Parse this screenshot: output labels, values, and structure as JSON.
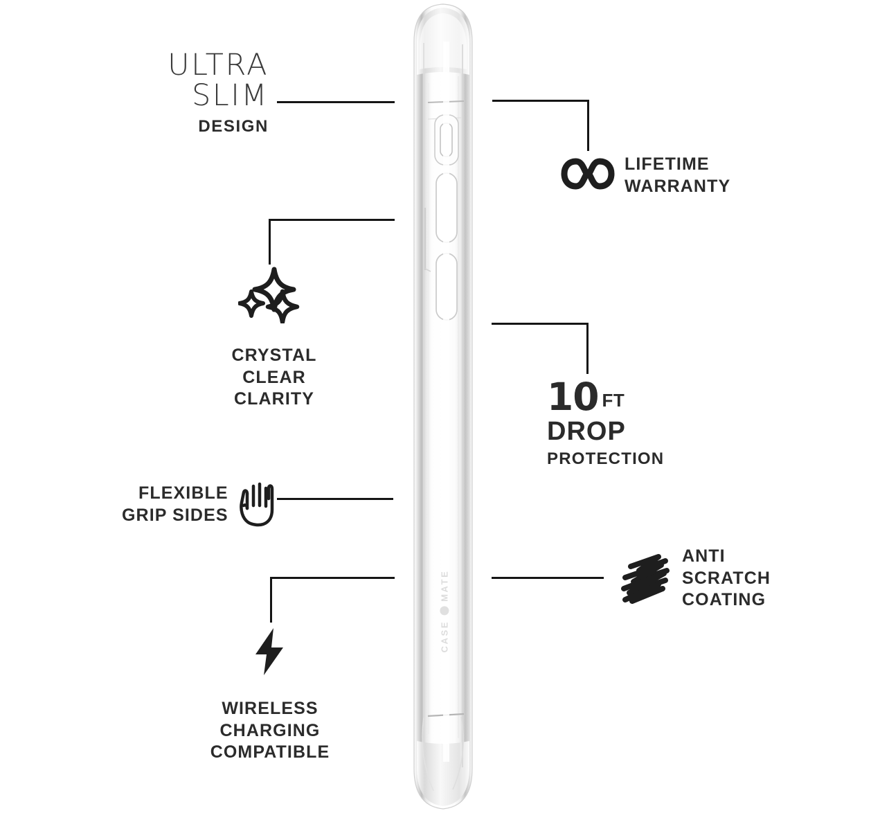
{
  "product": {
    "name": "clear-phone-case-side-profile",
    "brand_logo": {
      "word1": "CASE",
      "word2": "MATE",
      "separator_icon": "circle-dot-icon",
      "color": "#dcdcdc"
    }
  },
  "features": [
    {
      "id": "ultra-slim",
      "line1": "ULTRA",
      "line2": "SLIM",
      "line3": "DESIGN",
      "connector": "horizontal-line"
    },
    {
      "id": "lifetime-warranty",
      "icon": "infinity-icon",
      "line1": "LIFETIME",
      "line2": "WARRANTY",
      "connector": "elbow-line"
    },
    {
      "id": "crystal-clear-clarity",
      "icon": "sparkles-icon",
      "line1": "CRYSTAL",
      "line2": "CLEAR CLARITY",
      "connector": "elbow-line"
    },
    {
      "id": "drop-protection",
      "number": "10",
      "unit": "FT",
      "line1": "DROP",
      "line2": "PROTECTION",
      "connector": "elbow-line"
    },
    {
      "id": "flexible-grip-sides",
      "icon": "open-hand-icon",
      "line1": "FLEXIBLE",
      "line2": "GRIP SIDES",
      "connector": "horizontal-line"
    },
    {
      "id": "anti-scratch-coating",
      "icon": "scratch-scribble-icon",
      "line1": "ANTI",
      "line2": "SCRATCH",
      "line3": "COATING",
      "connector": "horizontal-line"
    },
    {
      "id": "wireless-charging",
      "icon": "lightning-bolt-icon",
      "line1": "WIRELESS",
      "line2": "CHARGING",
      "line3": "COMPATIBLE",
      "connector": "elbow-line"
    }
  ],
  "colors": {
    "background": "#ffffff",
    "text": "#2b2b2b",
    "text_light": "#3a3a3a",
    "line": "#151515",
    "case_outline": "#c9c9c9",
    "logo": "#dcdcdc"
  }
}
